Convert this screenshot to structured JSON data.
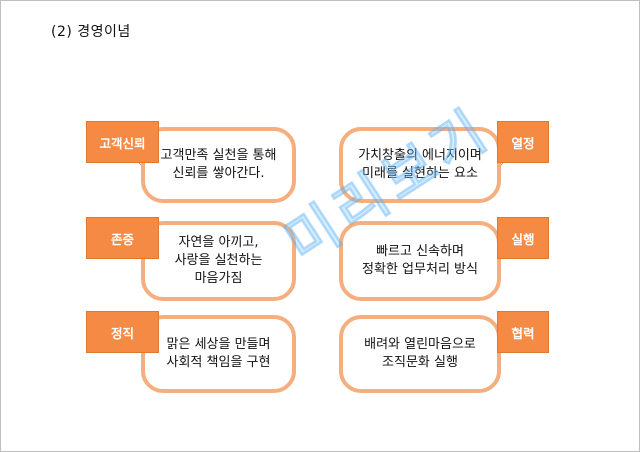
{
  "page": {
    "title": "(2) 경영이념",
    "watermark": "미리보기"
  },
  "colors": {
    "tag_fill": "#f58a45",
    "card_border": "#f5ae7d"
  },
  "items": [
    {
      "tag": "고객신뢰",
      "text": "고객만족 실천을 통해\n신뢰를 쌓아간다."
    },
    {
      "tag": "열정",
      "text": "가치창출의 에너지이며\n미래를 실현하는 요소"
    },
    {
      "tag": "존중",
      "text": "자연을 아끼고,\n사랑을 실천하는\n마음가짐"
    },
    {
      "tag": "실행",
      "text": "빠르고 신속하며\n정확한 업무처리 방식"
    },
    {
      "tag": "정직",
      "text": "맑은 세상을 만들며\n사회적 책임을 구현"
    },
    {
      "tag": "협력",
      "text": "배려와 열린마음으로\n조직문화 실행"
    }
  ]
}
